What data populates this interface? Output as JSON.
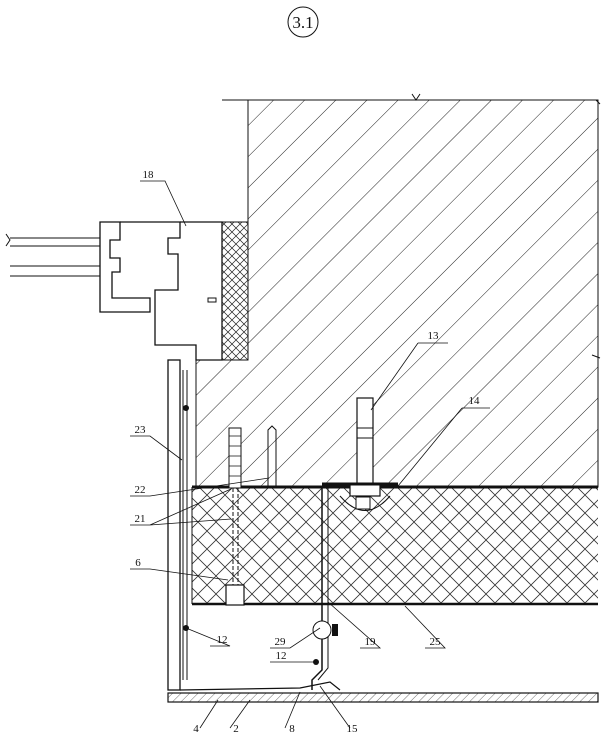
{
  "diagram": {
    "title": "3.1",
    "labels": {
      "l18": "18",
      "l13": "13",
      "l14": "14",
      "l23": "23",
      "l22": "22",
      "l21": "21",
      "l6": "6",
      "l12a": "12",
      "l29": "29",
      "l19": "19",
      "l25": "25",
      "l12b": "12",
      "l4": "4",
      "l2": "2",
      "l8": "8",
      "l15": "15"
    }
  },
  "colors": {
    "line": "#111111",
    "background": "#ffffff"
  }
}
